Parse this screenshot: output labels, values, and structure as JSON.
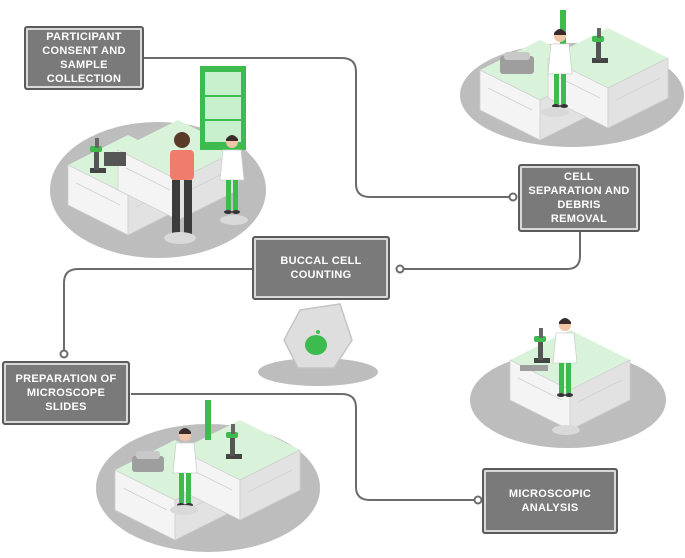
{
  "steps": [
    {
      "id": "consent",
      "label": "PARTICIPANT CONSENT AND SAMPLE COLLECTION"
    },
    {
      "id": "separation",
      "label": "CELL SEPARATION AND DEBRIS REMOVAL"
    },
    {
      "id": "counting",
      "label": "BUCCAL CELL COUNTING"
    },
    {
      "id": "slides",
      "label": "PREPARATION OF MICROSCOPE SLIDES"
    },
    {
      "id": "analysis",
      "label": "MICROSCOPIC ANALYSIS"
    }
  ],
  "colors": {
    "box_fill": "#7a7a7a",
    "box_border": "#5b5b5b",
    "connector": "#6b6b6b",
    "accent_green": "#3dbb4e",
    "light_green": "#c9f0cc",
    "floor_gray": "#bdbdbd",
    "bench_white": "#f2f2f2"
  },
  "illustrations": [
    {
      "id": "lab-scene-top-right",
      "icon": "lab-worker-microscope-icon"
    },
    {
      "id": "lab-scene-left",
      "icon": "patient-and-scientist-icon"
    },
    {
      "id": "buccal-cell",
      "icon": "cell-icon"
    },
    {
      "id": "lab-scene-right",
      "icon": "scientist-at-microscope-icon"
    },
    {
      "id": "lab-scene-bottom-left",
      "icon": "lab-worker-bench-icon"
    }
  ]
}
